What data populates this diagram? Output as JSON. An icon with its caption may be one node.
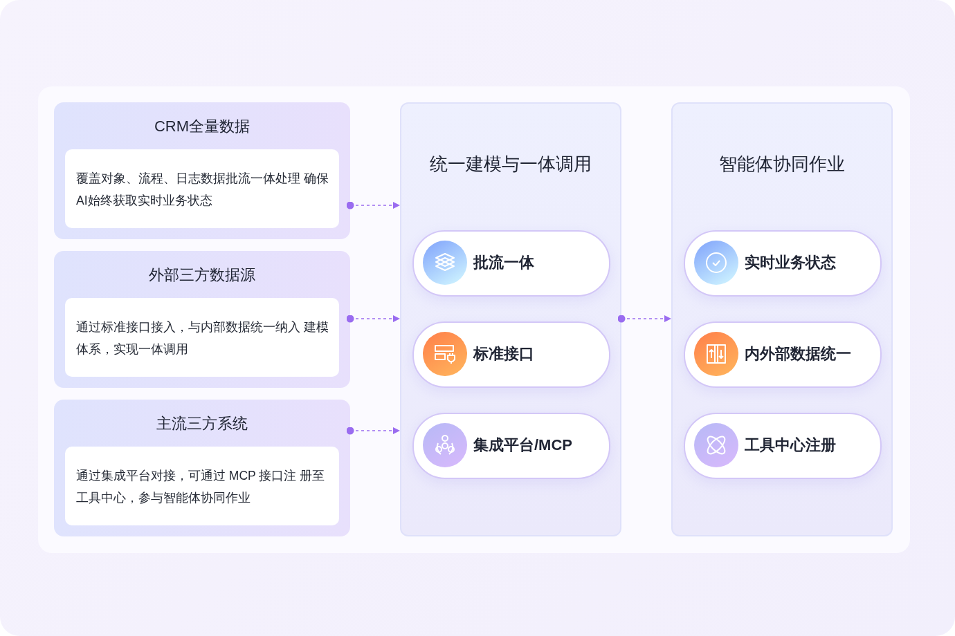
{
  "diagram": {
    "nodes": [
      {
        "text": [
          "CRM全量数据"
        ]
      },
      {
        "text": [
          "覆盖对象、流程、日志数据批流一体处理 确保AI始终获取实时业务状态"
        ],
        "in": 0
      },
      {
        "text": [
          "外部三方数据源"
        ]
      },
      {
        "text": [
          "通过标准接口接入，与内部数据统一纳入 建模体系，实现一体调用"
        ],
        "in": 2
      },
      {
        "text": [
          "主流三方系统"
        ]
      },
      {
        "text": [
          "通过集成平台对接，可通过 MCP 接口注 册至工具中心，参与智能体协同作业"
        ],
        "in": 4
      },
      {
        "text": [
          "统一建模与一体调用"
        ]
      },
      {
        "text": [
          "批流一体"
        ],
        "in": 6
      },
      {
        "text": [
          "标准接口"
        ],
        "in": 6
      },
      {
        "text": [
          "集成平台/MCP"
        ],
        "in": 6
      },
      {
        "text": [
          "智能体协同作业"
        ]
      },
      {
        "text": [
          "实时业务状态"
        ],
        "in": 10
      },
      {
        "text": [
          "内外部数据统一"
        ],
        "in": 10
      },
      {
        "text": [
          "工具中心注册"
        ],
        "in": 10
      }
    ],
    "edges": [
      {
        "from": 0,
        "to": 6,
        "arrow": "to",
        "style": "dashed"
      },
      {
        "from": 2,
        "to": 6,
        "arrow": "to",
        "style": "dashed"
      },
      {
        "from": 4,
        "to": 6,
        "arrow": "to",
        "style": "dashed"
      },
      {
        "from": 6,
        "to": 10,
        "arrow": "to",
        "style": "dashed"
      }
    ]
  }
}
